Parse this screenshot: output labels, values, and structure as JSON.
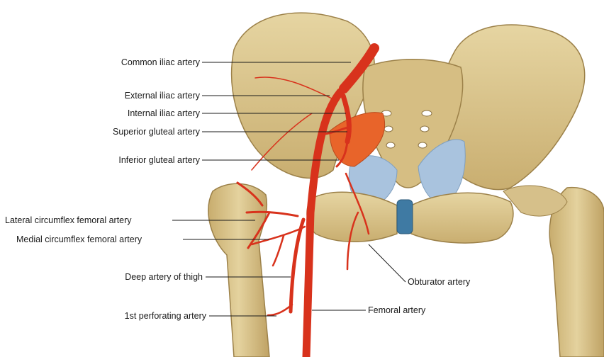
{
  "labels": {
    "common_iliac": "Common iliac artery",
    "external_iliac": "External iliac artery",
    "internal_iliac": "Internal iliac artery",
    "superior_gluteal": "Superior gluteal artery",
    "inferior_gluteal": "Inferior gluteal artery",
    "lateral_circumflex": "Lateral circumflex femoral artery",
    "medial_circumflex": "Medial circumflex femoral artery",
    "deep_thigh": "Deep artery of thigh",
    "first_perforating": "1st perforating artery",
    "obturator": "Obturator artery",
    "femoral": "Femoral artery"
  },
  "colors": {
    "bone": "#d9c48e",
    "bone_shadow": "#b59a5e",
    "artery": "#d8321c",
    "muscle": "#e8642a",
    "ligament": "#a9c3de",
    "cartilage": "#3f7aa3"
  }
}
